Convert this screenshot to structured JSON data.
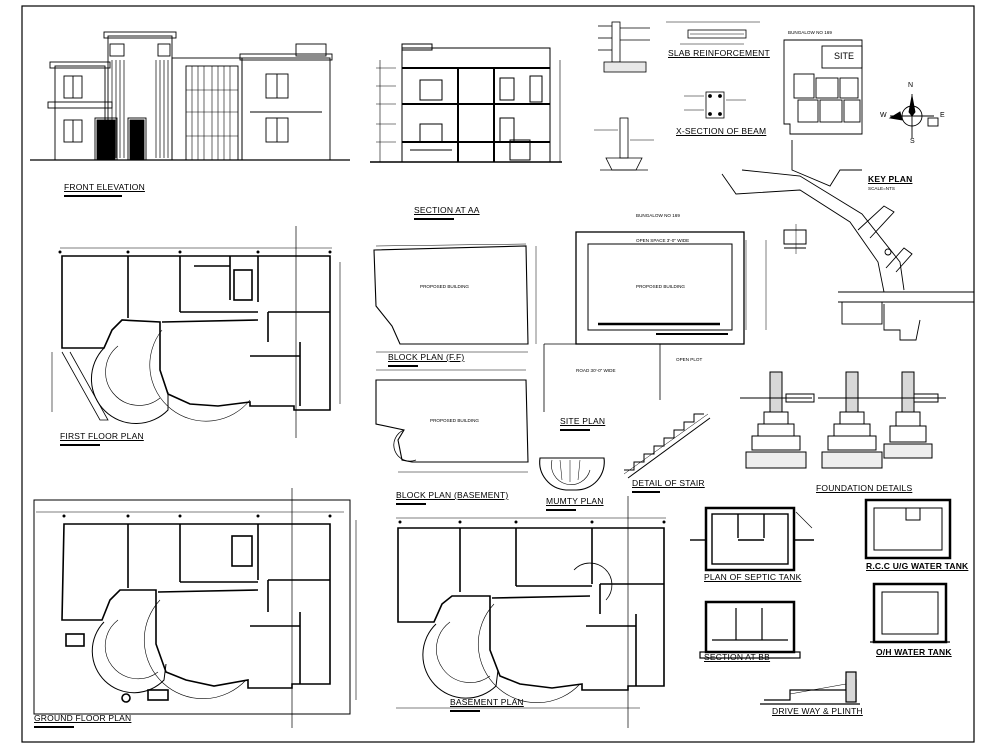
{
  "labels": {
    "front_elevation": "FRONT ELEVATION",
    "section_aa": "SECTION AT AA",
    "slab_reinforcement": "SLAB  REINFORCEMENT",
    "x_section_beam": "X-SECTION  OF BEAM",
    "key_plan": "KEY PLAN",
    "key_plan_scale": "SCALE=NTS",
    "site_box": "SITE",
    "bungalow_no_top": "BUNGALOW NO 169",
    "bungalow_no_site": "BUNGALOW NO 169",
    "first_floor_plan": "FIRST FLOOR PLAN",
    "block_plan_ff": "BLOCK PLAN (F.F)",
    "block_plan_basement": "BLOCK PLAN (BASEMENT)",
    "site_plan": "SITE PLAN",
    "mumty_plan": "MUMTY  PLAN",
    "detail_of_stair": "DETAIL OF STAIR",
    "foundation_details": "FOUNDATION DETAILS",
    "ground_floor_plan": "GROUND FLOOR PLAN",
    "basement_plan": "BASEMENT PLAN",
    "plan_septic_tank": "PLAN OF SEPTIC TANK",
    "section_bb": "SECTION AT BB",
    "rcc_ug_tank": "R.C.C U/G WATER TANK",
    "oh_water_tank": "O/H WATER TANK",
    "driveway_plinth": "DRIVE WAY & PLINTH",
    "proposed_building": "PROPOSED BUILDING",
    "open_space": "OPEN SPACE 3'-0\" WIDE",
    "open_plot": "OPEN PLOT",
    "road": "ROAD 30'-0\" WIDE",
    "compass_n": "N",
    "compass_s": "S",
    "compass_w": "W",
    "compass_e": "E"
  }
}
